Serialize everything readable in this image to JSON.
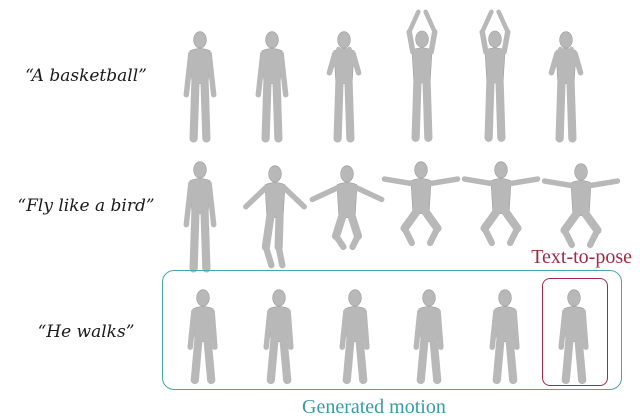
{
  "rows": [
    {
      "label": "“A basketball”",
      "frames": [
        "stand",
        "stand",
        "hands-chest",
        "hands-up",
        "hands-up",
        "hands-chest"
      ]
    },
    {
      "label": "“Fly like a bird”",
      "frames": [
        "stand",
        "arms-out",
        "fly-legs-up",
        "jump-spread",
        "jump-spread",
        "jump-spread"
      ]
    },
    {
      "label": "“He walks”",
      "frames": [
        "walk",
        "walk",
        "walk",
        "walk",
        "walk",
        "walk"
      ]
    }
  ],
  "annotations": {
    "text_to_pose": "Text-to-pose",
    "generated_motion": "Generated motion"
  },
  "colors": {
    "figure": "#b8b8b8",
    "figure_shade": "#9a9a9a",
    "pose_accent": "#a12a44",
    "motion_accent": "#3a9aa5"
  }
}
